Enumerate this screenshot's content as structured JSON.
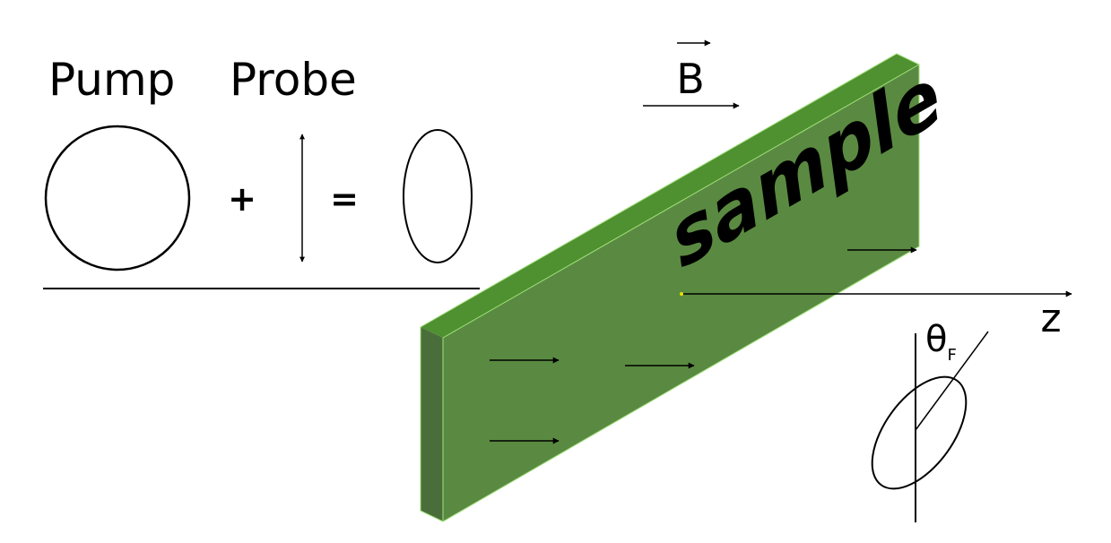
{
  "labels": {
    "pump": "Pump",
    "probe": "Probe",
    "plus": "+",
    "equals": "=",
    "field": "B",
    "sample": "sample",
    "axis": "z",
    "theta": "θ",
    "theta_sub": "F"
  },
  "colors": {
    "slab_front": "#5a8a41",
    "slab_top": "#4f9030",
    "slab_side": "#4a6e3a",
    "slab_edge": "#9fe07a",
    "ink": "#000000"
  }
}
